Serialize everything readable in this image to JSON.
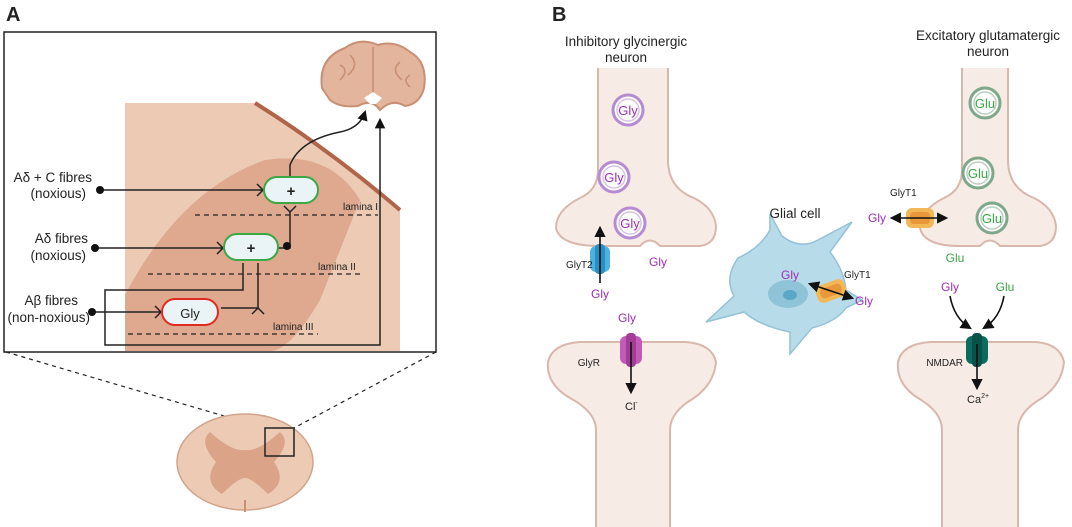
{
  "panels": {
    "a": "A",
    "b": "B"
  },
  "panel_a": {
    "fibres": [
      {
        "line1": "Aδ + C fibres",
        "line2": "(noxious)"
      },
      {
        "line1": "Aδ fibres",
        "line2": "(noxious)"
      },
      {
        "line1": "Aβ fibres",
        "line2": "(non-noxious)"
      }
    ],
    "laminae": [
      "lamina I",
      "lamina II",
      "lamina III"
    ],
    "neurons": {
      "excitatory_sign": "+",
      "inhibitory": "Gly"
    }
  },
  "panel_b": {
    "inhibitory_title": [
      "Inhibitory glycinergic",
      "neuron"
    ],
    "excitatory_title": [
      "Excitatory glutamatergic",
      "neuron"
    ],
    "glial_title": "Glial cell",
    "gly": "Gly",
    "glu": "Glu",
    "glyt2": "GlyT2",
    "glyt1": "GlyT1",
    "glyr": "GlyR",
    "nmdar": "NMDAR",
    "cl": "Cl",
    "cl_sup": "-",
    "ca": "Ca",
    "ca_sup": "2+"
  },
  "colors": {
    "gly": "#9c2fb0",
    "glu": "#3aa845",
    "tissue": "#eac7b0",
    "grey_matter": "#d9a48a",
    "glial": "#b9dcea"
  }
}
